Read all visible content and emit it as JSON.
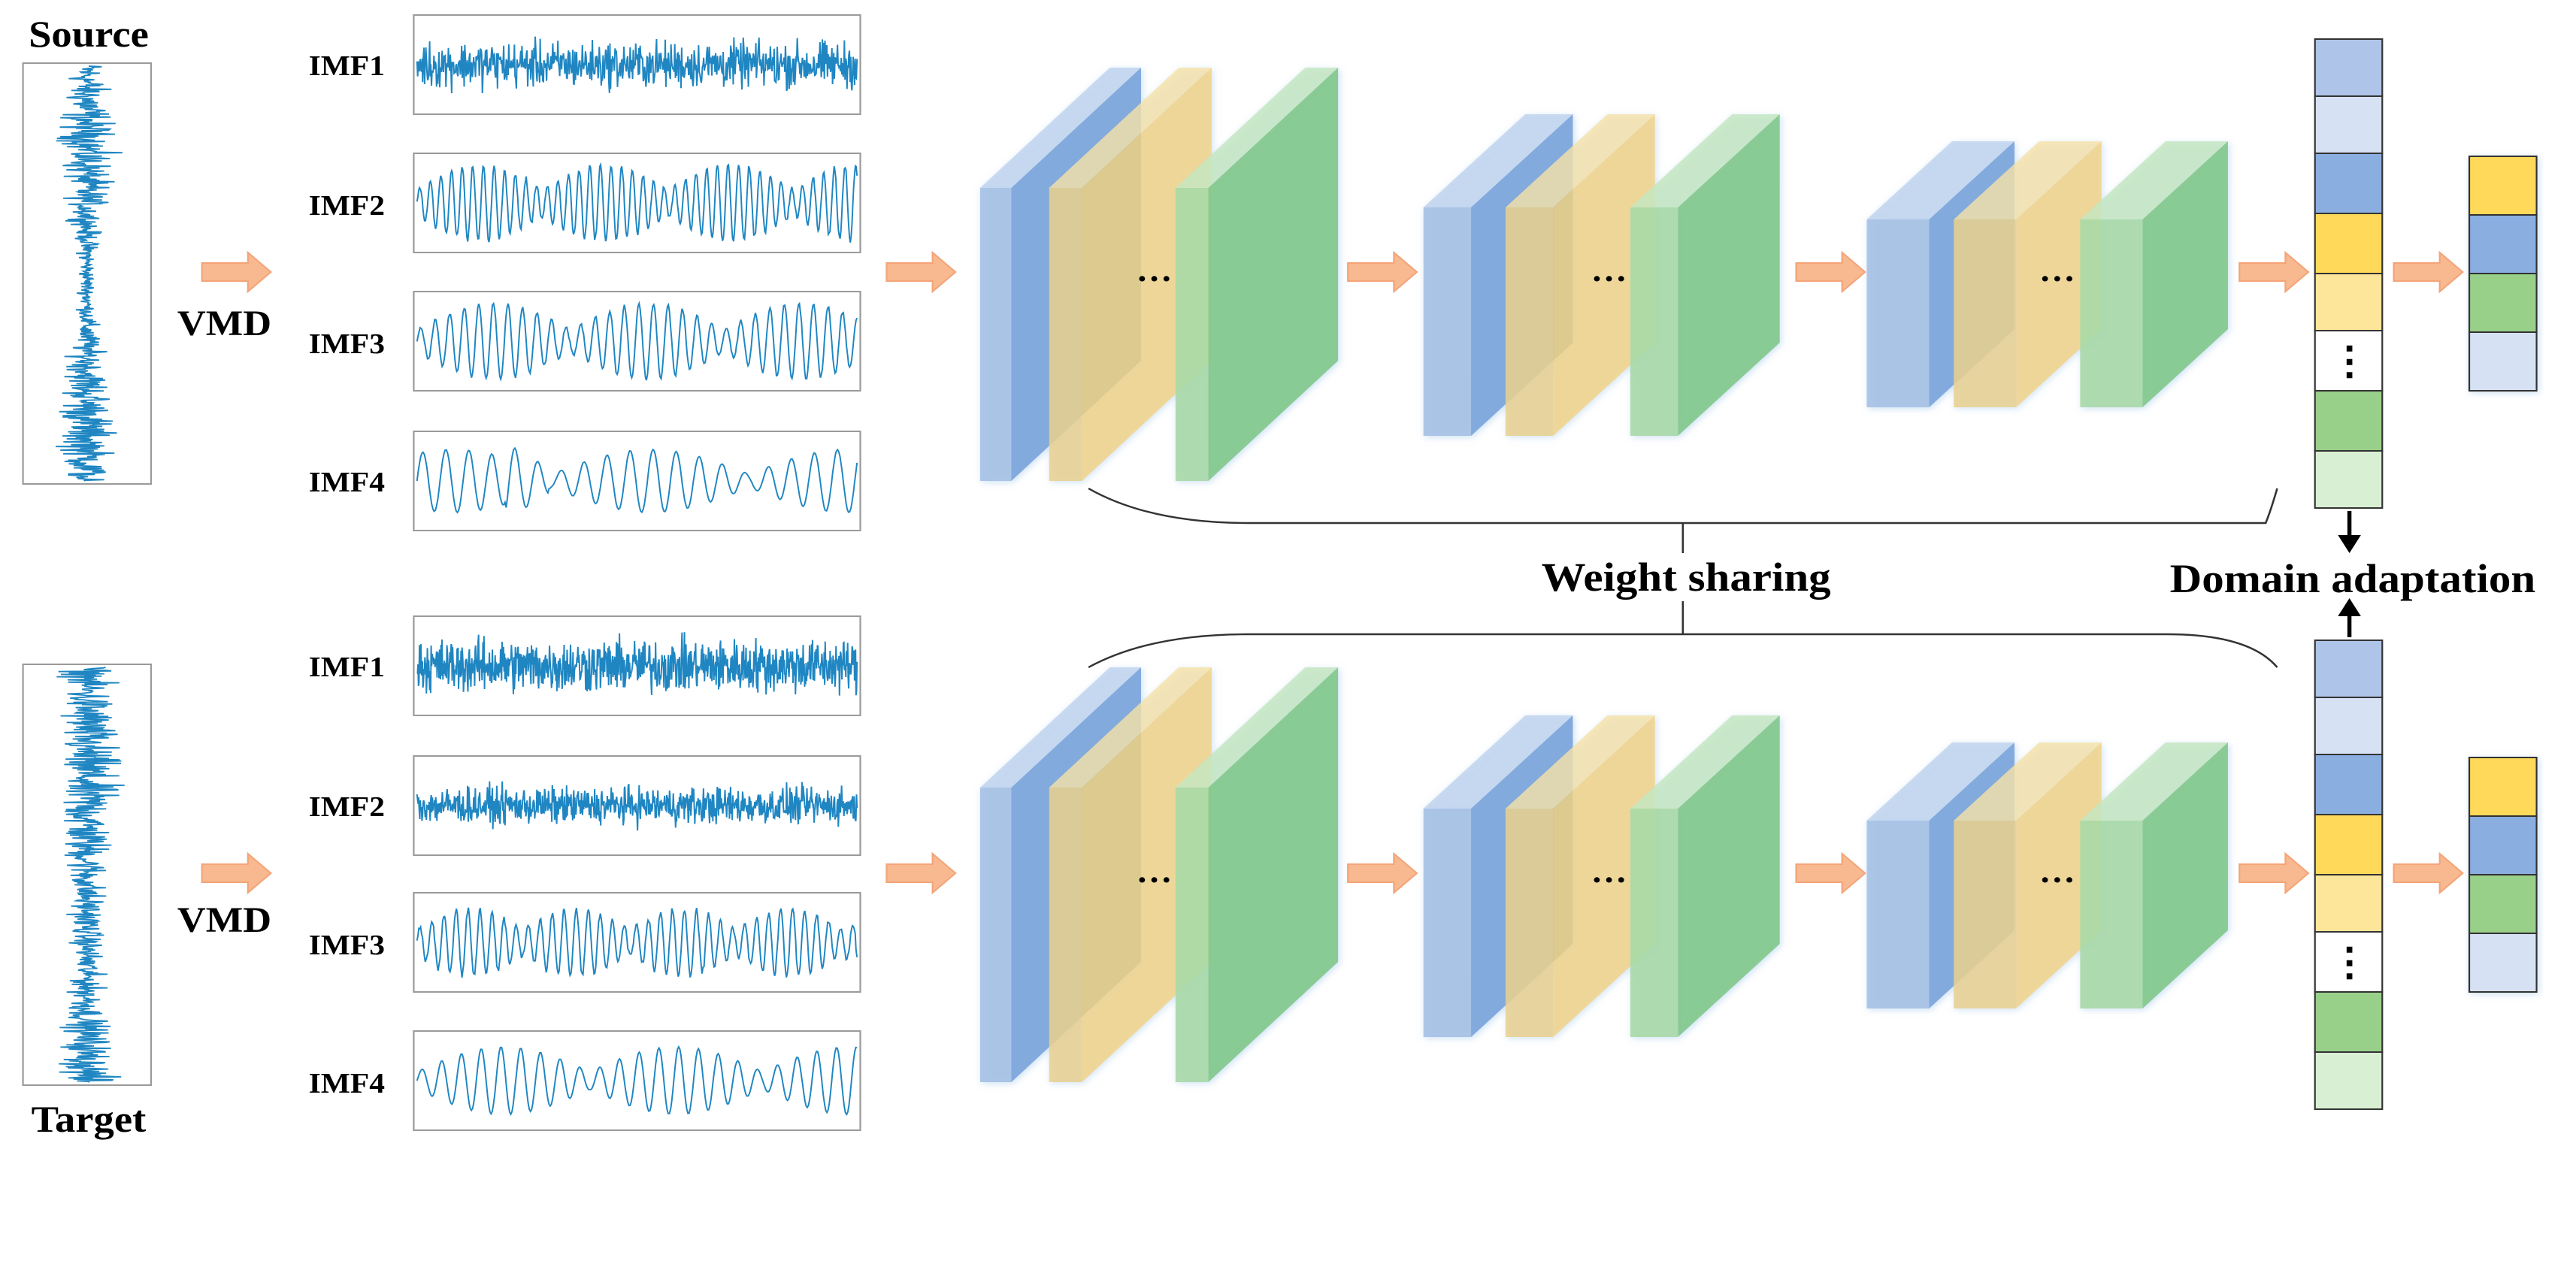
{
  "labels": {
    "source": "Source",
    "target": "Target",
    "vmd": "VMD",
    "weight_sharing": "Weight sharing",
    "domain_adaptation": "Domain adaptation",
    "ellipsis": "…",
    "vertical_ellipsis": "⋮"
  },
  "imf_labels": [
    "IMF1",
    "IMF2",
    "IMF3",
    "IMF4"
  ],
  "colors": {
    "arrow": "#f8b990",
    "blue_dark": "#7ea6dc",
    "blue_light": "#a9c3e6",
    "yellow": "#f2d27c",
    "green": "#86c98e",
    "signal": "#1f86c2",
    "vec_blue_light": "#aec4e8",
    "vec_blue_pale": "#d6e1f3",
    "vec_blue": "#8aaee0",
    "vec_yellow": "#ffd95a",
    "vec_yellow_light": "#fde59a",
    "vec_green": "#98d08a",
    "vec_green_pale": "#d9efd3"
  }
}
